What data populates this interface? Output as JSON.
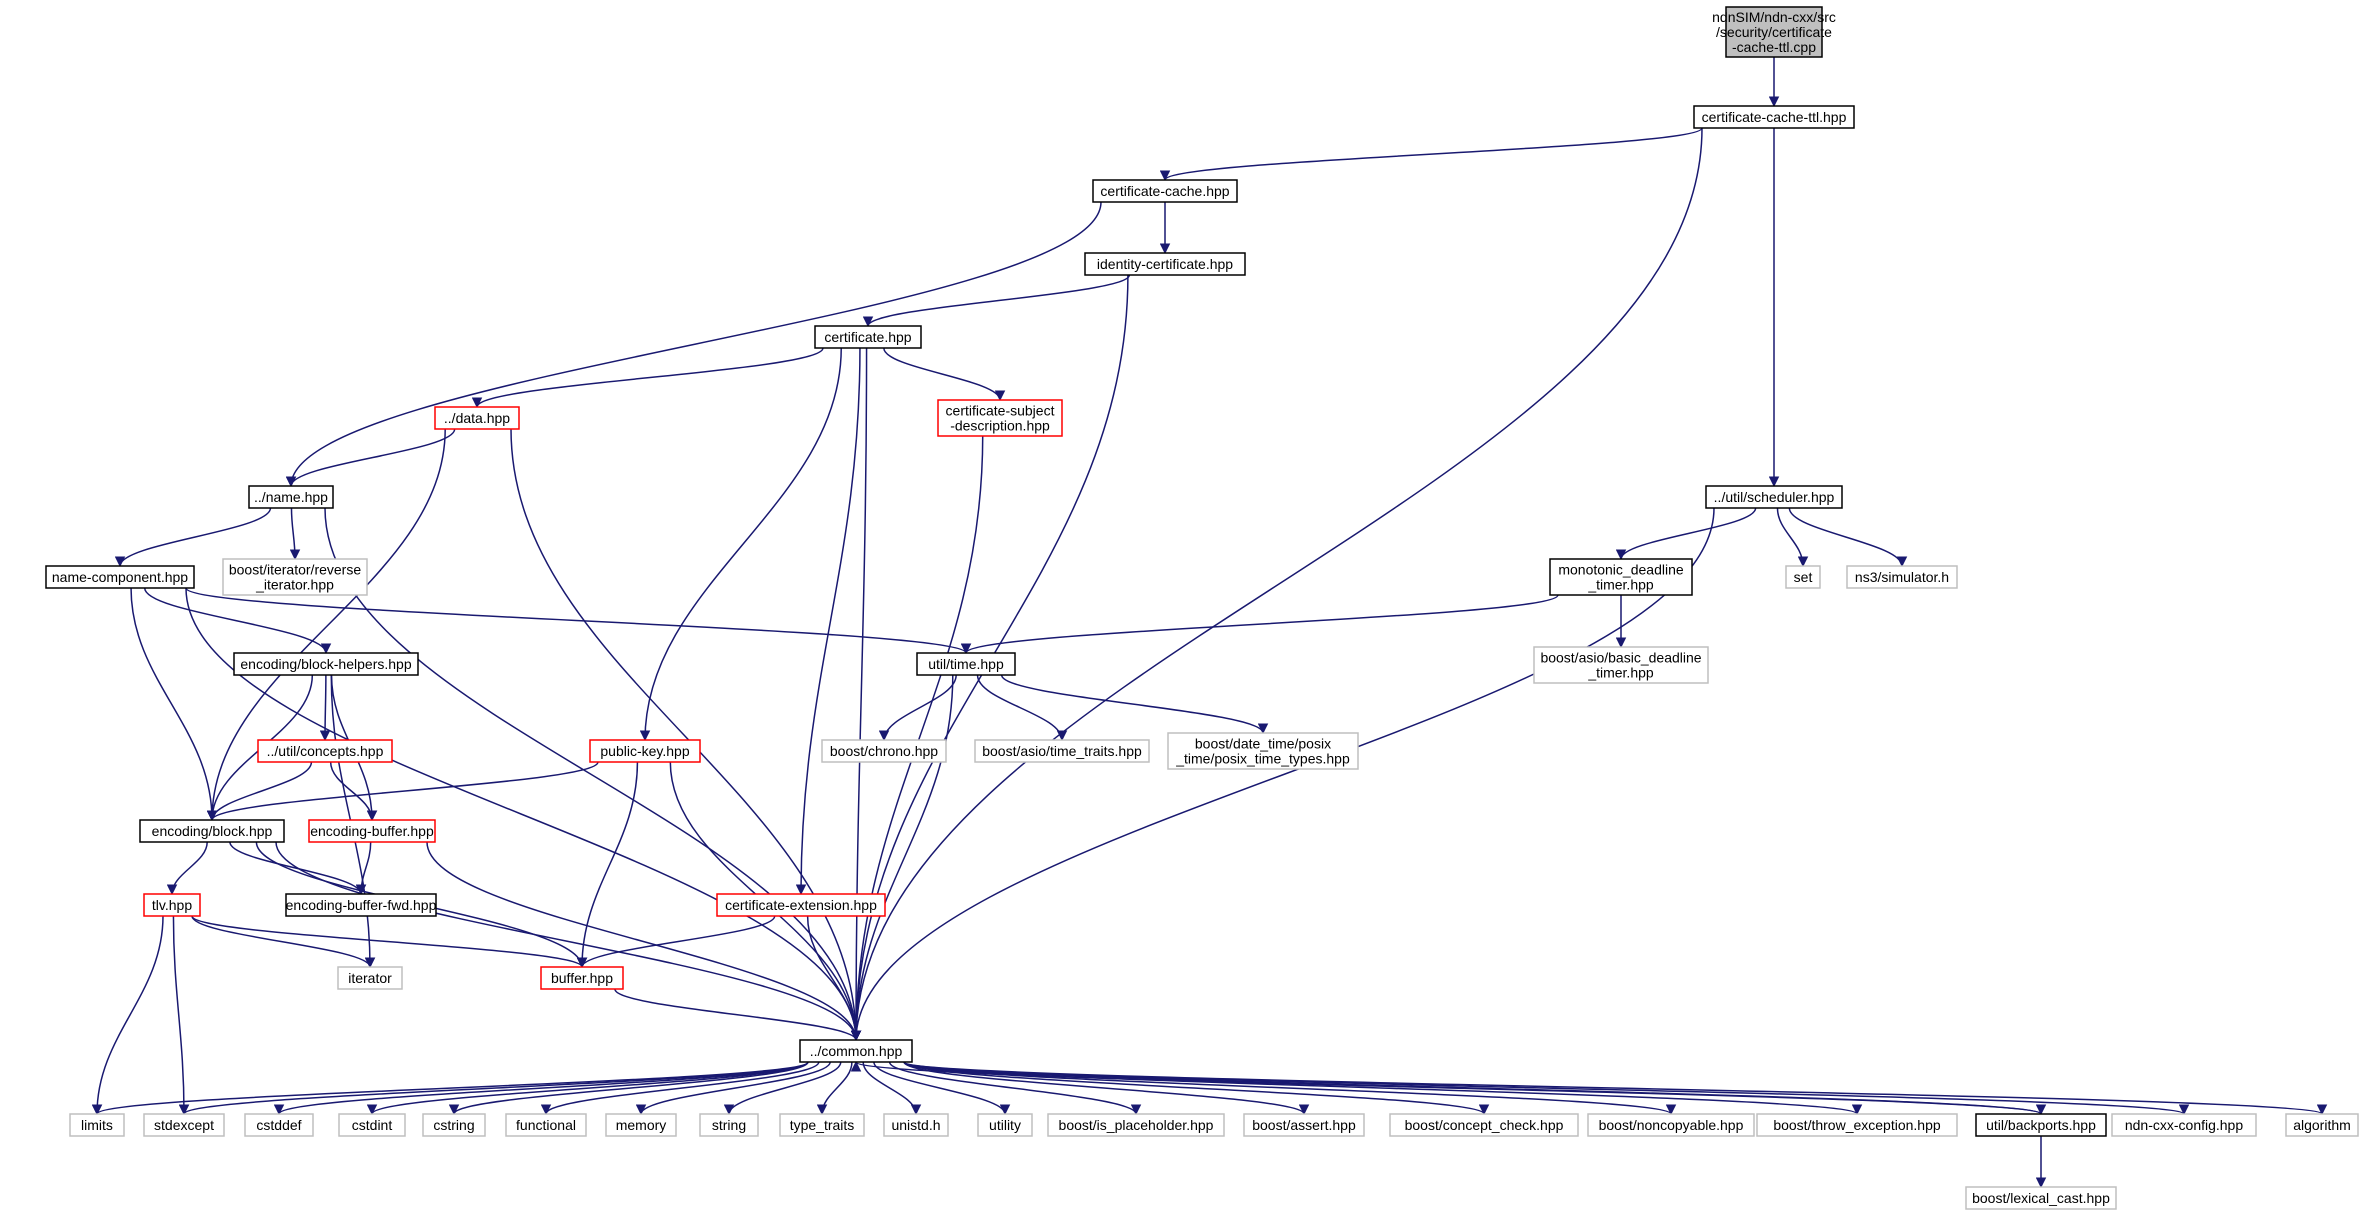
{
  "colors": {
    "edge": "#191970",
    "documented": "#000000",
    "undocumented": "#ff0000",
    "external": "#bfbfbf",
    "root_fill": "#bfbfbf"
  },
  "nodes": [
    {
      "id": "root",
      "lines": [
        "ndnSIM/ndn-cxx/src",
        "/security/certificate",
        "-cache-ttl.cpp"
      ],
      "kind": "root"
    },
    {
      "id": "cct",
      "lines": [
        "certificate-cache-ttl.hpp"
      ],
      "kind": "documented"
    },
    {
      "id": "cc",
      "lines": [
        "certificate-cache.hpp"
      ],
      "kind": "documented"
    },
    {
      "id": "ic",
      "lines": [
        "identity-certificate.hpp"
      ],
      "kind": "documented"
    },
    {
      "id": "cert",
      "lines": [
        "certificate.hpp"
      ],
      "kind": "documented"
    },
    {
      "id": "data",
      "lines": [
        "../data.hpp"
      ],
      "kind": "undocumented"
    },
    {
      "id": "csd",
      "lines": [
        "certificate-subject",
        "-description.hpp"
      ],
      "kind": "undocumented"
    },
    {
      "id": "name",
      "lines": [
        "../name.hpp"
      ],
      "kind": "documented"
    },
    {
      "id": "bir",
      "lines": [
        "boost/iterator/reverse",
        "_iterator.hpp"
      ],
      "kind": "external"
    },
    {
      "id": "nc",
      "lines": [
        "name-component.hpp"
      ],
      "kind": "documented"
    },
    {
      "id": "bh",
      "lines": [
        "encoding/block-helpers.hpp"
      ],
      "kind": "documented"
    },
    {
      "id": "concepts",
      "lines": [
        "../util/concepts.hpp"
      ],
      "kind": "undocumented"
    },
    {
      "id": "block",
      "lines": [
        "encoding/block.hpp"
      ],
      "kind": "documented"
    },
    {
      "id": "ebuf",
      "lines": [
        "encoding-buffer.hpp"
      ],
      "kind": "undocumented"
    },
    {
      "id": "ebfwd",
      "lines": [
        "encoding-buffer-fwd.hpp"
      ],
      "kind": "documented"
    },
    {
      "id": "tlv",
      "lines": [
        "tlv.hpp"
      ],
      "kind": "undocumented"
    },
    {
      "id": "iterator",
      "lines": [
        "iterator"
      ],
      "kind": "external"
    },
    {
      "id": "buffer",
      "lines": [
        "buffer.hpp"
      ],
      "kind": "undocumented"
    },
    {
      "id": "pubkey",
      "lines": [
        "public-key.hpp"
      ],
      "kind": "undocumented"
    },
    {
      "id": "certext",
      "lines": [
        "certificate-extension.hpp"
      ],
      "kind": "undocumented"
    },
    {
      "id": "utime",
      "lines": [
        "util/time.hpp"
      ],
      "kind": "documented"
    },
    {
      "id": "chrono",
      "lines": [
        "boost/chrono.hpp"
      ],
      "kind": "external"
    },
    {
      "id": "asiotime",
      "lines": [
        "boost/asio/time_traits.hpp"
      ],
      "kind": "external"
    },
    {
      "id": "ptime",
      "lines": [
        "boost/date_time/posix",
        "_time/posix_time_types.hpp"
      ],
      "kind": "external"
    },
    {
      "id": "sched",
      "lines": [
        "../util/scheduler.hpp"
      ],
      "kind": "documented"
    },
    {
      "id": "mdt",
      "lines": [
        "monotonic_deadline",
        "_timer.hpp"
      ],
      "kind": "documented"
    },
    {
      "id": "bdt",
      "lines": [
        "boost/asio/basic_deadline",
        "_timer.hpp"
      ],
      "kind": "external"
    },
    {
      "id": "set",
      "lines": [
        "set"
      ],
      "kind": "external"
    },
    {
      "id": "ns3",
      "lines": [
        "ns3/simulator.h"
      ],
      "kind": "external"
    },
    {
      "id": "common",
      "lines": [
        "../common.hpp"
      ],
      "kind": "documented"
    },
    {
      "id": "limits",
      "lines": [
        "limits"
      ],
      "kind": "external"
    },
    {
      "id": "stdexcept",
      "lines": [
        "stdexcept"
      ],
      "kind": "external"
    },
    {
      "id": "cstddef",
      "lines": [
        "cstddef"
      ],
      "kind": "external"
    },
    {
      "id": "cstdint",
      "lines": [
        "cstdint"
      ],
      "kind": "external"
    },
    {
      "id": "cstring",
      "lines": [
        "cstring"
      ],
      "kind": "external"
    },
    {
      "id": "functional",
      "lines": [
        "functional"
      ],
      "kind": "external"
    },
    {
      "id": "memory",
      "lines": [
        "memory"
      ],
      "kind": "external"
    },
    {
      "id": "string",
      "lines": [
        "string"
      ],
      "kind": "external"
    },
    {
      "id": "typetraits",
      "lines": [
        "type_traits"
      ],
      "kind": "external"
    },
    {
      "id": "unistd",
      "lines": [
        "unistd.h"
      ],
      "kind": "external"
    },
    {
      "id": "utility",
      "lines": [
        "utility"
      ],
      "kind": "external"
    },
    {
      "id": "isph",
      "lines": [
        "boost/is_placeholder.hpp"
      ],
      "kind": "external"
    },
    {
      "id": "bassert",
      "lines": [
        "boost/assert.hpp"
      ],
      "kind": "external"
    },
    {
      "id": "bconcept",
      "lines": [
        "boost/concept_check.hpp"
      ],
      "kind": "external"
    },
    {
      "id": "bnoncopy",
      "lines": [
        "boost/noncopyable.hpp"
      ],
      "kind": "external"
    },
    {
      "id": "bthrow",
      "lines": [
        "boost/throw_exception.hpp"
      ],
      "kind": "external"
    },
    {
      "id": "backports",
      "lines": [
        "util/backports.hpp"
      ],
      "kind": "documented"
    },
    {
      "id": "ndncfg",
      "lines": [
        "ndn-cxx-config.hpp"
      ],
      "kind": "external"
    },
    {
      "id": "algorithm",
      "lines": [
        "algorithm"
      ],
      "kind": "external"
    },
    {
      "id": "lexcast",
      "lines": [
        "boost/lexical_cast.hpp"
      ],
      "kind": "external"
    }
  ],
  "edges": [
    [
      "root",
      "cct"
    ],
    [
      "cct",
      "cc"
    ],
    [
      "cct",
      "sched"
    ],
    [
      "cct",
      "common"
    ],
    [
      "cc",
      "ic"
    ],
    [
      "cc",
      "name"
    ],
    [
      "ic",
      "cert"
    ],
    [
      "ic",
      "common"
    ],
    [
      "cert",
      "data"
    ],
    [
      "cert",
      "csd"
    ],
    [
      "cert",
      "pubkey"
    ],
    [
      "cert",
      "certext"
    ],
    [
      "cert",
      "common"
    ],
    [
      "data",
      "name"
    ],
    [
      "data",
      "block"
    ],
    [
      "data",
      "common"
    ],
    [
      "csd",
      "common"
    ],
    [
      "name",
      "nc"
    ],
    [
      "name",
      "bir"
    ],
    [
      "name",
      "common"
    ],
    [
      "nc",
      "bh"
    ],
    [
      "nc",
      "block"
    ],
    [
      "nc",
      "utime"
    ],
    [
      "nc",
      "common"
    ],
    [
      "bh",
      "concepts"
    ],
    [
      "bh",
      "block"
    ],
    [
      "bh",
      "ebuf"
    ],
    [
      "bh",
      "iterator"
    ],
    [
      "concepts",
      "block"
    ],
    [
      "concepts",
      "ebuf"
    ],
    [
      "block",
      "tlv"
    ],
    [
      "block",
      "ebfwd"
    ],
    [
      "block",
      "buffer"
    ],
    [
      "block",
      "common"
    ],
    [
      "ebuf",
      "ebfwd"
    ],
    [
      "ebuf",
      "common"
    ],
    [
      "tlv",
      "iterator"
    ],
    [
      "tlv",
      "buffer"
    ],
    [
      "tlv",
      "limits"
    ],
    [
      "tlv",
      "stdexcept"
    ],
    [
      "buffer",
      "common"
    ],
    [
      "pubkey",
      "block"
    ],
    [
      "pubkey",
      "buffer"
    ],
    [
      "pubkey",
      "common"
    ],
    [
      "certext",
      "buffer"
    ],
    [
      "certext",
      "common"
    ],
    [
      "utime",
      "chrono"
    ],
    [
      "utime",
      "asiotime"
    ],
    [
      "utime",
      "ptime"
    ],
    [
      "utime",
      "common"
    ],
    [
      "sched",
      "mdt"
    ],
    [
      "sched",
      "set"
    ],
    [
      "sched",
      "ns3"
    ],
    [
      "sched",
      "common"
    ],
    [
      "mdt",
      "utime"
    ],
    [
      "mdt",
      "bdt"
    ],
    [
      "common",
      "limits"
    ],
    [
      "common",
      "stdexcept"
    ],
    [
      "common",
      "cstddef"
    ],
    [
      "common",
      "cstdint"
    ],
    [
      "common",
      "cstring"
    ],
    [
      "common",
      "functional"
    ],
    [
      "common",
      "memory"
    ],
    [
      "common",
      "string"
    ],
    [
      "common",
      "typetraits"
    ],
    [
      "common",
      "unistd"
    ],
    [
      "common",
      "utility"
    ],
    [
      "common",
      "isph"
    ],
    [
      "common",
      "bassert"
    ],
    [
      "common",
      "bconcept"
    ],
    [
      "common",
      "bnoncopy"
    ],
    [
      "common",
      "bthrow"
    ],
    [
      "common",
      "backports"
    ],
    [
      "common",
      "ndncfg"
    ],
    [
      "common",
      "algorithm"
    ],
    [
      "backports",
      "common"
    ],
    [
      "backports",
      "lexcast"
    ]
  ]
}
